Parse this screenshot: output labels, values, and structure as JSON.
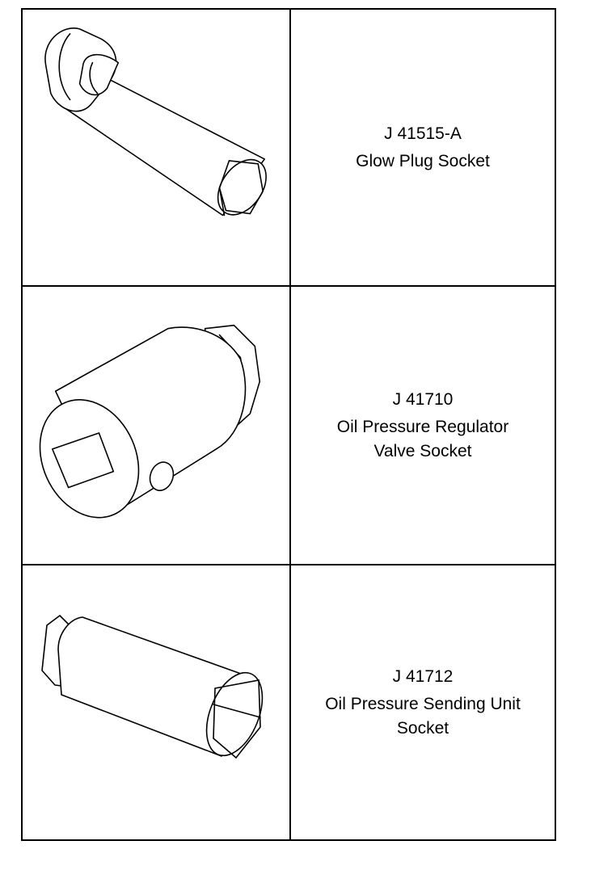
{
  "tools": [
    {
      "part_number": "J 41515-A",
      "description": "Glow Plug Socket",
      "icon": "glow-plug-socket-illustration"
    },
    {
      "part_number": "J 41710",
      "description": "Oil Pressure Regulator\nValve Socket",
      "icon": "oil-pressure-regulator-valve-socket-illustration"
    },
    {
      "part_number": "J 41712",
      "description": "Oil Pressure Sending Unit\nSocket",
      "icon": "oil-pressure-sending-unit-socket-illustration"
    }
  ]
}
